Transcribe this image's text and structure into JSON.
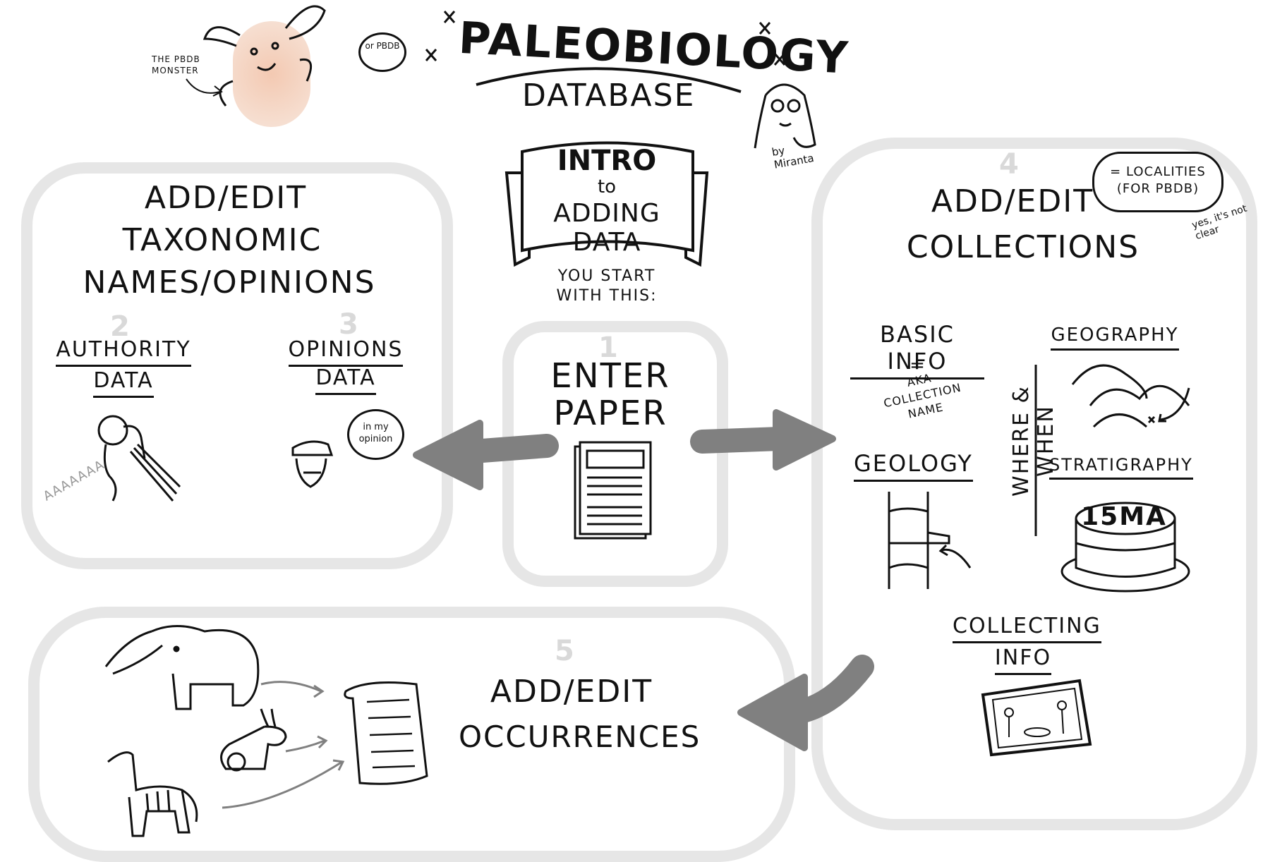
{
  "header": {
    "title": "PALEOBIOLOGY",
    "subtitle": "DATABASE",
    "or_bubble": "or PBDB",
    "author": "by Miranta",
    "monster_label": "THE PBDB MONSTER"
  },
  "banner": {
    "title": "INTRO",
    "connector": "to",
    "subtitle": "ADDING DATA",
    "start_note": "YOU START WITH THIS:"
  },
  "step1": {
    "number": "1",
    "label_line1": "ENTER",
    "label_line2": "PAPER"
  },
  "taxonomy": {
    "title_line1": "ADD/EDIT",
    "title_line2": "TAXONOMIC",
    "title_line3": "NAMES/OPINIONS",
    "authority": {
      "number": "2",
      "line1": "AUTHORITY",
      "line2": "DATA",
      "scream": "AAAAAAA"
    },
    "opinions": {
      "number": "3",
      "line1": "OPINIONS",
      "line2": "DATA",
      "bubble": "in my opinion"
    }
  },
  "collections": {
    "number": "4",
    "title_line1": "ADD/EDIT",
    "title_line2": "COLLECTIONS",
    "cloud": "= LOCALITIES (FOR PBDB)",
    "aside": "yes, it's not clear",
    "basic_info": "BASIC INFO",
    "basic_eq": "=",
    "basic_aka": "AKA COLLECTION NAME",
    "geography": "GEOGRAPHY",
    "geology": "GEOLOGY",
    "stratigraphy": "STRATIGRAPHY",
    "cake": "15MA",
    "where_when": "WHERE & WHEN",
    "collecting_line1": "COLLECTING",
    "collecting_line2": "INFO"
  },
  "occurrences": {
    "number": "5",
    "title_line1": "ADD/EDIT",
    "title_line2": "OCCURRENCES"
  },
  "colors": {
    "panel_border": "#e6e6e6",
    "arrow": "#808080",
    "ink": "#111111",
    "number_ghost": "#d9d9d9"
  }
}
